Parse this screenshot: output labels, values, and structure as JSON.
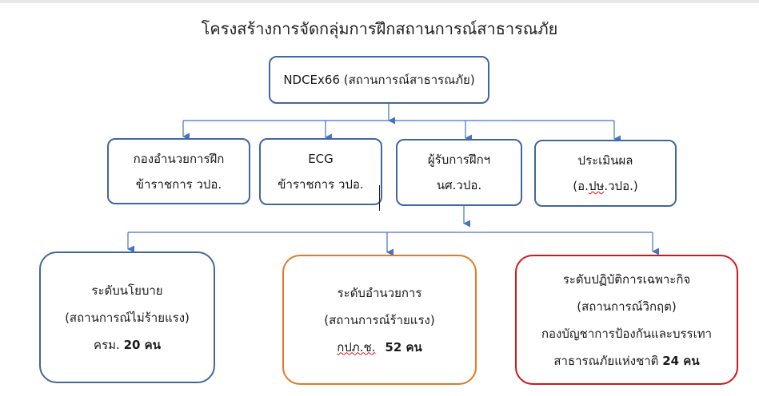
{
  "title": "โครงสร้างการจัดกลุ่มการฝึกสถานการณ์สาธารณภัย",
  "root": {
    "label": "NDCEx66 (สถานการณ์สาธารณภัย)"
  },
  "mid": [
    {
      "line1": "กองอำนวยการฝึก",
      "line2": "ข้าราชการ วปอ."
    },
    {
      "line1": "ECG",
      "line2": "ข้าราชการ วปอ."
    },
    {
      "line1": "ผู้รับการฝึกฯ",
      "line2": "นศ.วปอ."
    },
    {
      "line1": "ประเมินผล",
      "line2_prefix": "(อ.",
      "line2_wavy": "ปษ",
      "line2_suffix": ".วปอ.)"
    }
  ],
  "bottom": [
    {
      "line1": "ระดับนโยบาย",
      "line2": "(สถานการณ์ไม่ร้ายแรง)",
      "line3_prefix": "ครม. ",
      "line3_count": "20 คน"
    },
    {
      "line1": "ระดับอำนวยการ",
      "line2": "(สถานการณ์ร้ายแรง)",
      "line3_wavy": "กปภ.ช.",
      "line3_count": "52 คน"
    },
    {
      "line1": "ระดับปฏิบัติการเฉพาะกิจ",
      "line2": "(สถานการณ์วิกฤต)",
      "line3": "กองบัญชาการป้องกันและบรรเทา",
      "line4_prefix": "สาธารณภัยแห่งชาติ ",
      "line4_count": "24 คน"
    }
  ],
  "colors": {
    "connector": "#4472c4",
    "box_border": "#41679b",
    "orange": "#e07a28",
    "red": "#d0161d"
  }
}
